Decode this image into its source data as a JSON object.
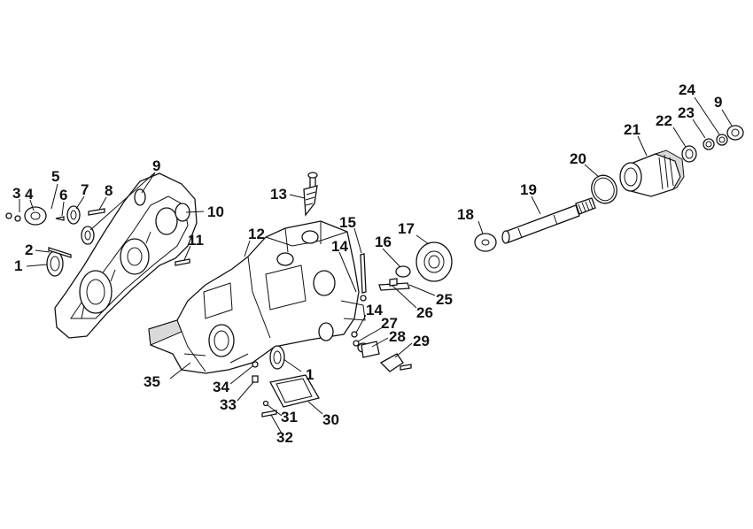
{
  "callouts": [
    {
      "id": "c3a",
      "text": "3"
    },
    {
      "id": "c4",
      "text": "4"
    },
    {
      "id": "c5",
      "text": "5"
    },
    {
      "id": "c6",
      "text": "6"
    },
    {
      "id": "c7",
      "text": "7"
    },
    {
      "id": "c8",
      "text": "8"
    },
    {
      "id": "c9a",
      "text": "9"
    },
    {
      "id": "c10",
      "text": "10"
    },
    {
      "id": "c2",
      "text": "2"
    },
    {
      "id": "c1a",
      "text": "1"
    },
    {
      "id": "c11",
      "text": "11"
    },
    {
      "id": "c12",
      "text": "12"
    },
    {
      "id": "c13",
      "text": "13"
    },
    {
      "id": "c15",
      "text": "15"
    },
    {
      "id": "c14a",
      "text": "14"
    },
    {
      "id": "c16",
      "text": "16"
    },
    {
      "id": "c17",
      "text": "17"
    },
    {
      "id": "c18",
      "text": "18"
    },
    {
      "id": "c19",
      "text": "19"
    },
    {
      "id": "c20",
      "text": "20"
    },
    {
      "id": "c21",
      "text": "21"
    },
    {
      "id": "c22",
      "text": "22"
    },
    {
      "id": "c23",
      "text": "23"
    },
    {
      "id": "c24",
      "text": "24"
    },
    {
      "id": "c9b",
      "text": "9"
    },
    {
      "id": "c25",
      "text": "25"
    },
    {
      "id": "c26",
      "text": "26"
    },
    {
      "id": "c14b",
      "text": "14"
    },
    {
      "id": "c27",
      "text": "27"
    },
    {
      "id": "c28",
      "text": "28"
    },
    {
      "id": "c29",
      "text": "29"
    },
    {
      "id": "c1b",
      "text": "1"
    },
    {
      "id": "c35",
      "text": "35"
    },
    {
      "id": "c34",
      "text": "34"
    },
    {
      "id": "c33",
      "text": "33"
    },
    {
      "id": "c31",
      "text": "31"
    },
    {
      "id": "c30",
      "text": "30"
    },
    {
      "id": "c32",
      "text": "32"
    }
  ]
}
